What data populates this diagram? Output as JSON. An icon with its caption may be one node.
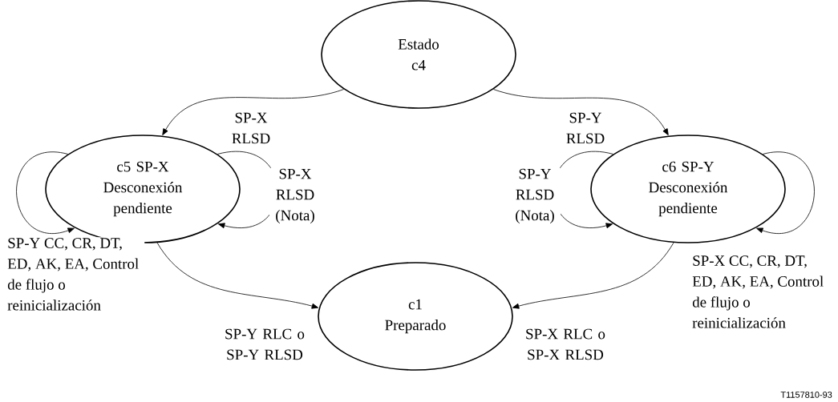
{
  "diagram": {
    "nodes": [
      {
        "text": [
          "Estado c4"
        ]
      },
      {
        "text": [
          "c5 SP-X Desconexión pendiente"
        ]
      },
      {
        "text": [
          "c6 SP-Y Desconexión pendiente"
        ]
      },
      {
        "text": [
          "c1 Preparado"
        ]
      }
    ],
    "edges": [
      {
        "from": 0,
        "to": 1,
        "arrow": "to",
        "label": "SP-X RLSD"
      },
      {
        "from": 0,
        "to": 2,
        "arrow": "to",
        "label": "SP-Y RLSD"
      },
      {
        "from": 1,
        "to": 1,
        "arrow": "to",
        "label": "SP-Y CC, CR, DT, ED, AK, EA, Control de flujo o reinicialización"
      },
      {
        "from": 1,
        "to": 1,
        "arrow": "to",
        "label": "SP-X RLSD (Nota)"
      },
      {
        "from": 2,
        "to": 2,
        "arrow": "to",
        "label": "SP-Y RLSD (Nota)"
      },
      {
        "from": 2,
        "to": 2,
        "arrow": "to",
        "label": "SP-X CC, CR, DT, ED, AK, EA, Control de flujo o reinicialización"
      },
      {
        "from": 1,
        "to": 3,
        "arrow": "to",
        "label": "SP-Y RLC o SP-Y RLSD"
      },
      {
        "from": 2,
        "to": 3,
        "arrow": "to",
        "label": "SP-X RLC o SP-X RLSD"
      }
    ],
    "labels": [
      "T1157810-93"
    ]
  }
}
